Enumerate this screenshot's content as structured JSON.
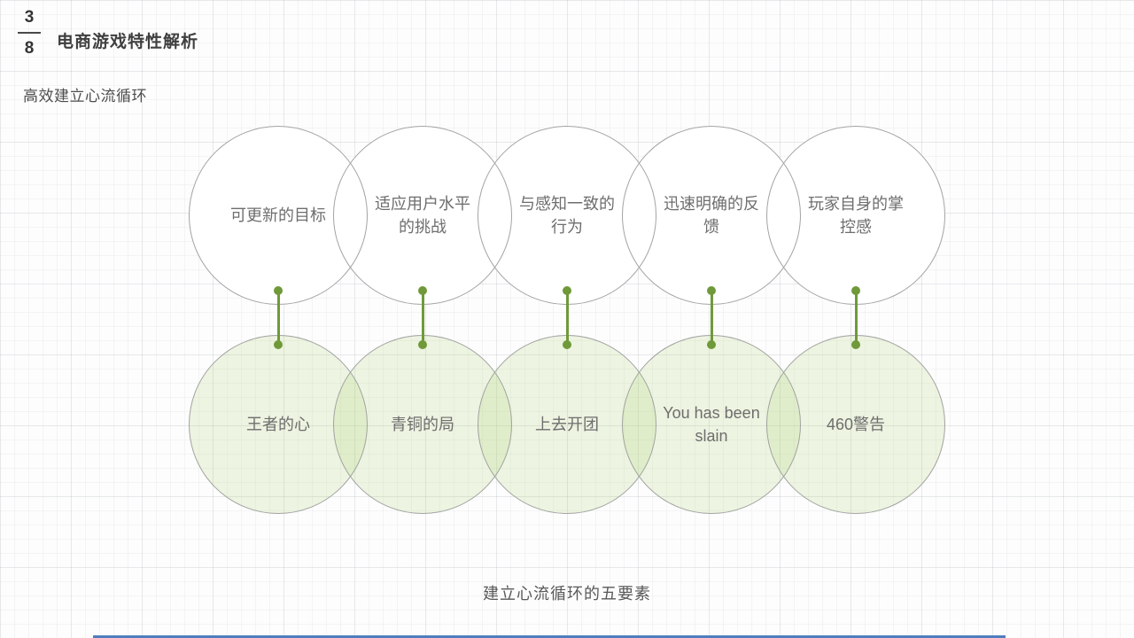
{
  "page": {
    "page_number": "3",
    "page_total": "8",
    "title": "电商游戏特性解析",
    "subtitle": "高效建立心流循环",
    "caption": "建立心流循环的五要素"
  },
  "diagram": {
    "pairs": [
      {
        "element": "可更新的目标",
        "example": "王者的心"
      },
      {
        "element": "适应用户水平的挑战",
        "example": "青铜的局"
      },
      {
        "element": "与感知一致的行为",
        "example": "上去开团"
      },
      {
        "element": "迅速明确的反馈",
        "example": "You has been slain"
      },
      {
        "element": "玩家自身的掌控感",
        "example": "460警告"
      }
    ]
  },
  "colors": {
    "connector_green": "#70993a",
    "circle_border": "#a3a3a3",
    "bottom_circle_fill": "rgba(169,204,102,0.18)",
    "text_gray": "#6e6e6e",
    "title_color": "#3f3f3f",
    "accent_bar_blue": "#4f7dbf"
  }
}
